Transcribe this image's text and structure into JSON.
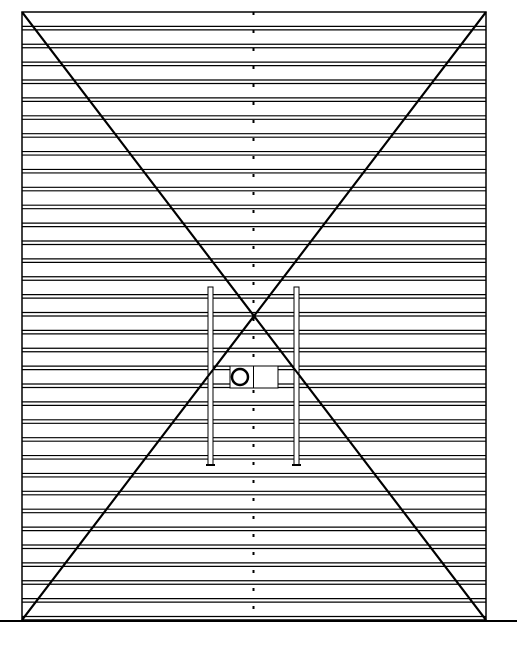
{
  "drawing": {
    "kind": "elevation",
    "subject": "door-panel",
    "stroke_color": "#000000",
    "background_color": "#ffffff",
    "board_count": 34,
    "has_diagonal_cross": true,
    "has_center_seam": true,
    "has_hardware": true,
    "hardware": {
      "pull_handles": 2,
      "lock": "cylinder-lock"
    }
  }
}
